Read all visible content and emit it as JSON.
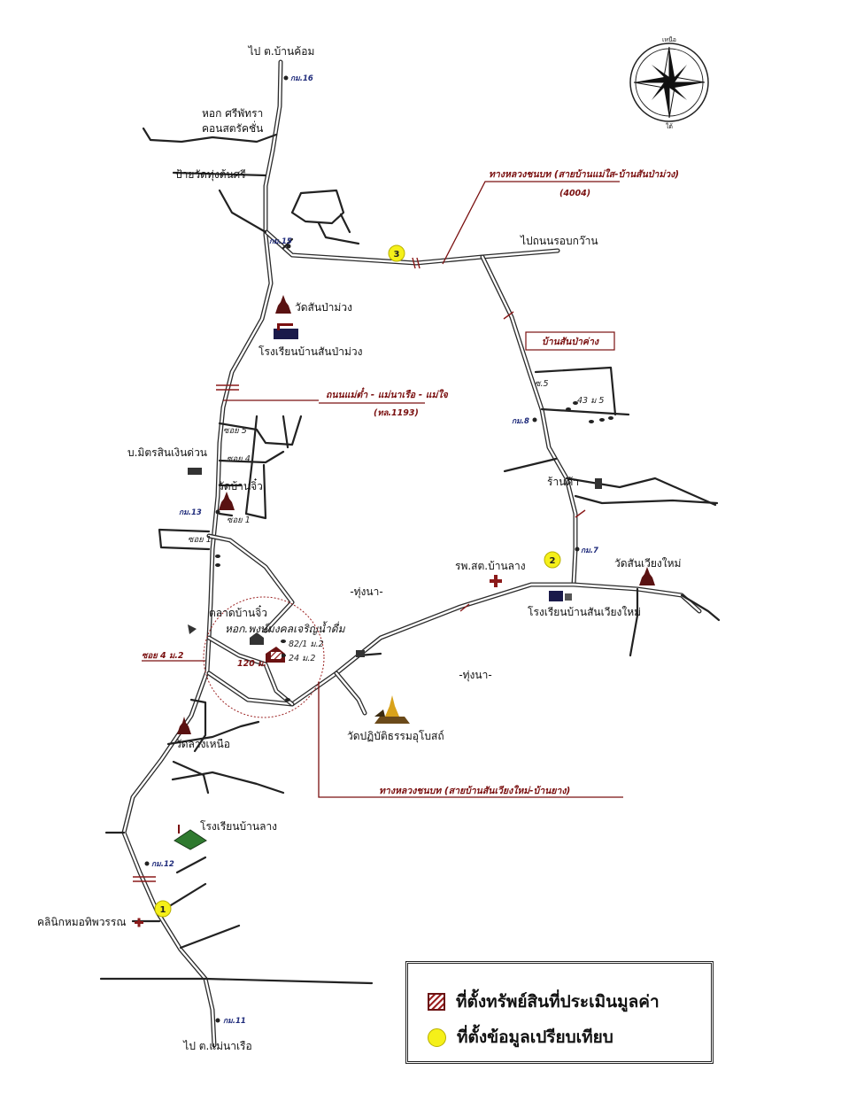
{
  "labels": {
    "to_ban_khom": "ไป ต.บ้านค้อม",
    "km16": "กม.16",
    "dorm_siphat": "หอก ศรีพัทรา",
    "construction": "คอนสตรัคชั่น",
    "wat_sign": "ป้ายวัดทุ่งต้นศรี",
    "km15": "กม.15",
    "highway_4004": "ทางหลวงชนบท (สายบ้านแม่ใส-บ้านสันป่าม่วง)",
    "highway_4004_code": "(4004)",
    "to_ring_road": "ไปถนนรอบกว๊าน",
    "wat_san_pa_muang": "วัดสันป่าม่วง",
    "school_san_pa_muang": "โรงเรียนบ้านสันป่าม่วง",
    "ban_san_pa_khang": "บ้านสันป่าค่าง",
    "road_mae_ka": "ถนนแม่ต๋ำ - แม่นาเรือ - แม่ใจ",
    "road_1193": "(ทล.1193)",
    "soi5_right": "ซ.5",
    "house_43": "43 ม 5",
    "km8": "กม.8",
    "soi5": "ซอย 5",
    "soi4": "ซอย 4",
    "soi1": "ซอย 1",
    "soi_left": "ซอย 1",
    "money_lender": "บ.มิตรสินเงินด่วน",
    "wat_ban_chiw": "วัดบ้านจิ๋ว",
    "km13": "กม.13",
    "shop": "ร้านค้า",
    "km7": "กม.7",
    "wat_san_wiang_mai": "วัดสันเวียงใหม่",
    "hospital": "รพ.สต.บ้านลาง",
    "school_san_wiang_mai": "โรงเรียนบ้านสันเวียงใหม่",
    "rice_field_1": "-ทุ่งนา-",
    "rice_field_2": "-ทุ่งนา-",
    "market": "ตลาดบ้านจิ๋ว",
    "dorm_phongmongkhon": "หอก.พงษ์มงคลเจริญน้ำดื่ม",
    "house_82": "82/1 ม.2",
    "house_24": "24 ม.2",
    "soi4_m2": "ซอย 4 ม.2",
    "distance_120": "120 ม.",
    "wat_patibat": "วัดปฏิบัติธรรมอุโบสถ์",
    "wat_ban_lang_nuea": "วัดลางเหนือ",
    "highway_san_wiang": "ทางหลวงชนบท (สายบ้านสันเวียงใหม่-บ้านยาง)",
    "school_ban_lang": "โรงเรียนบ้านลาง",
    "km12": "กม.12",
    "clinic": "คลินิกหมอทิพวรรณ",
    "km11": "กม.11",
    "to_mae_na_ruea": "ไป ต.แม่นาเรือ",
    "compass_n": "เหนือ",
    "compass_s": "ใต้",
    "marker_1": "1",
    "marker_2": "2",
    "marker_3": "3"
  },
  "legend": {
    "subject_property": "ที่ตั้งทรัพย์สินที่ประเมินมูลค่า",
    "comparable_data": "ที่ตั้งข้อมูลเปรียบเทียบ"
  },
  "colors": {
    "highlight_red": "#7a1010",
    "marker_yellow": "#f5f019",
    "road": "#2b2b2b"
  }
}
